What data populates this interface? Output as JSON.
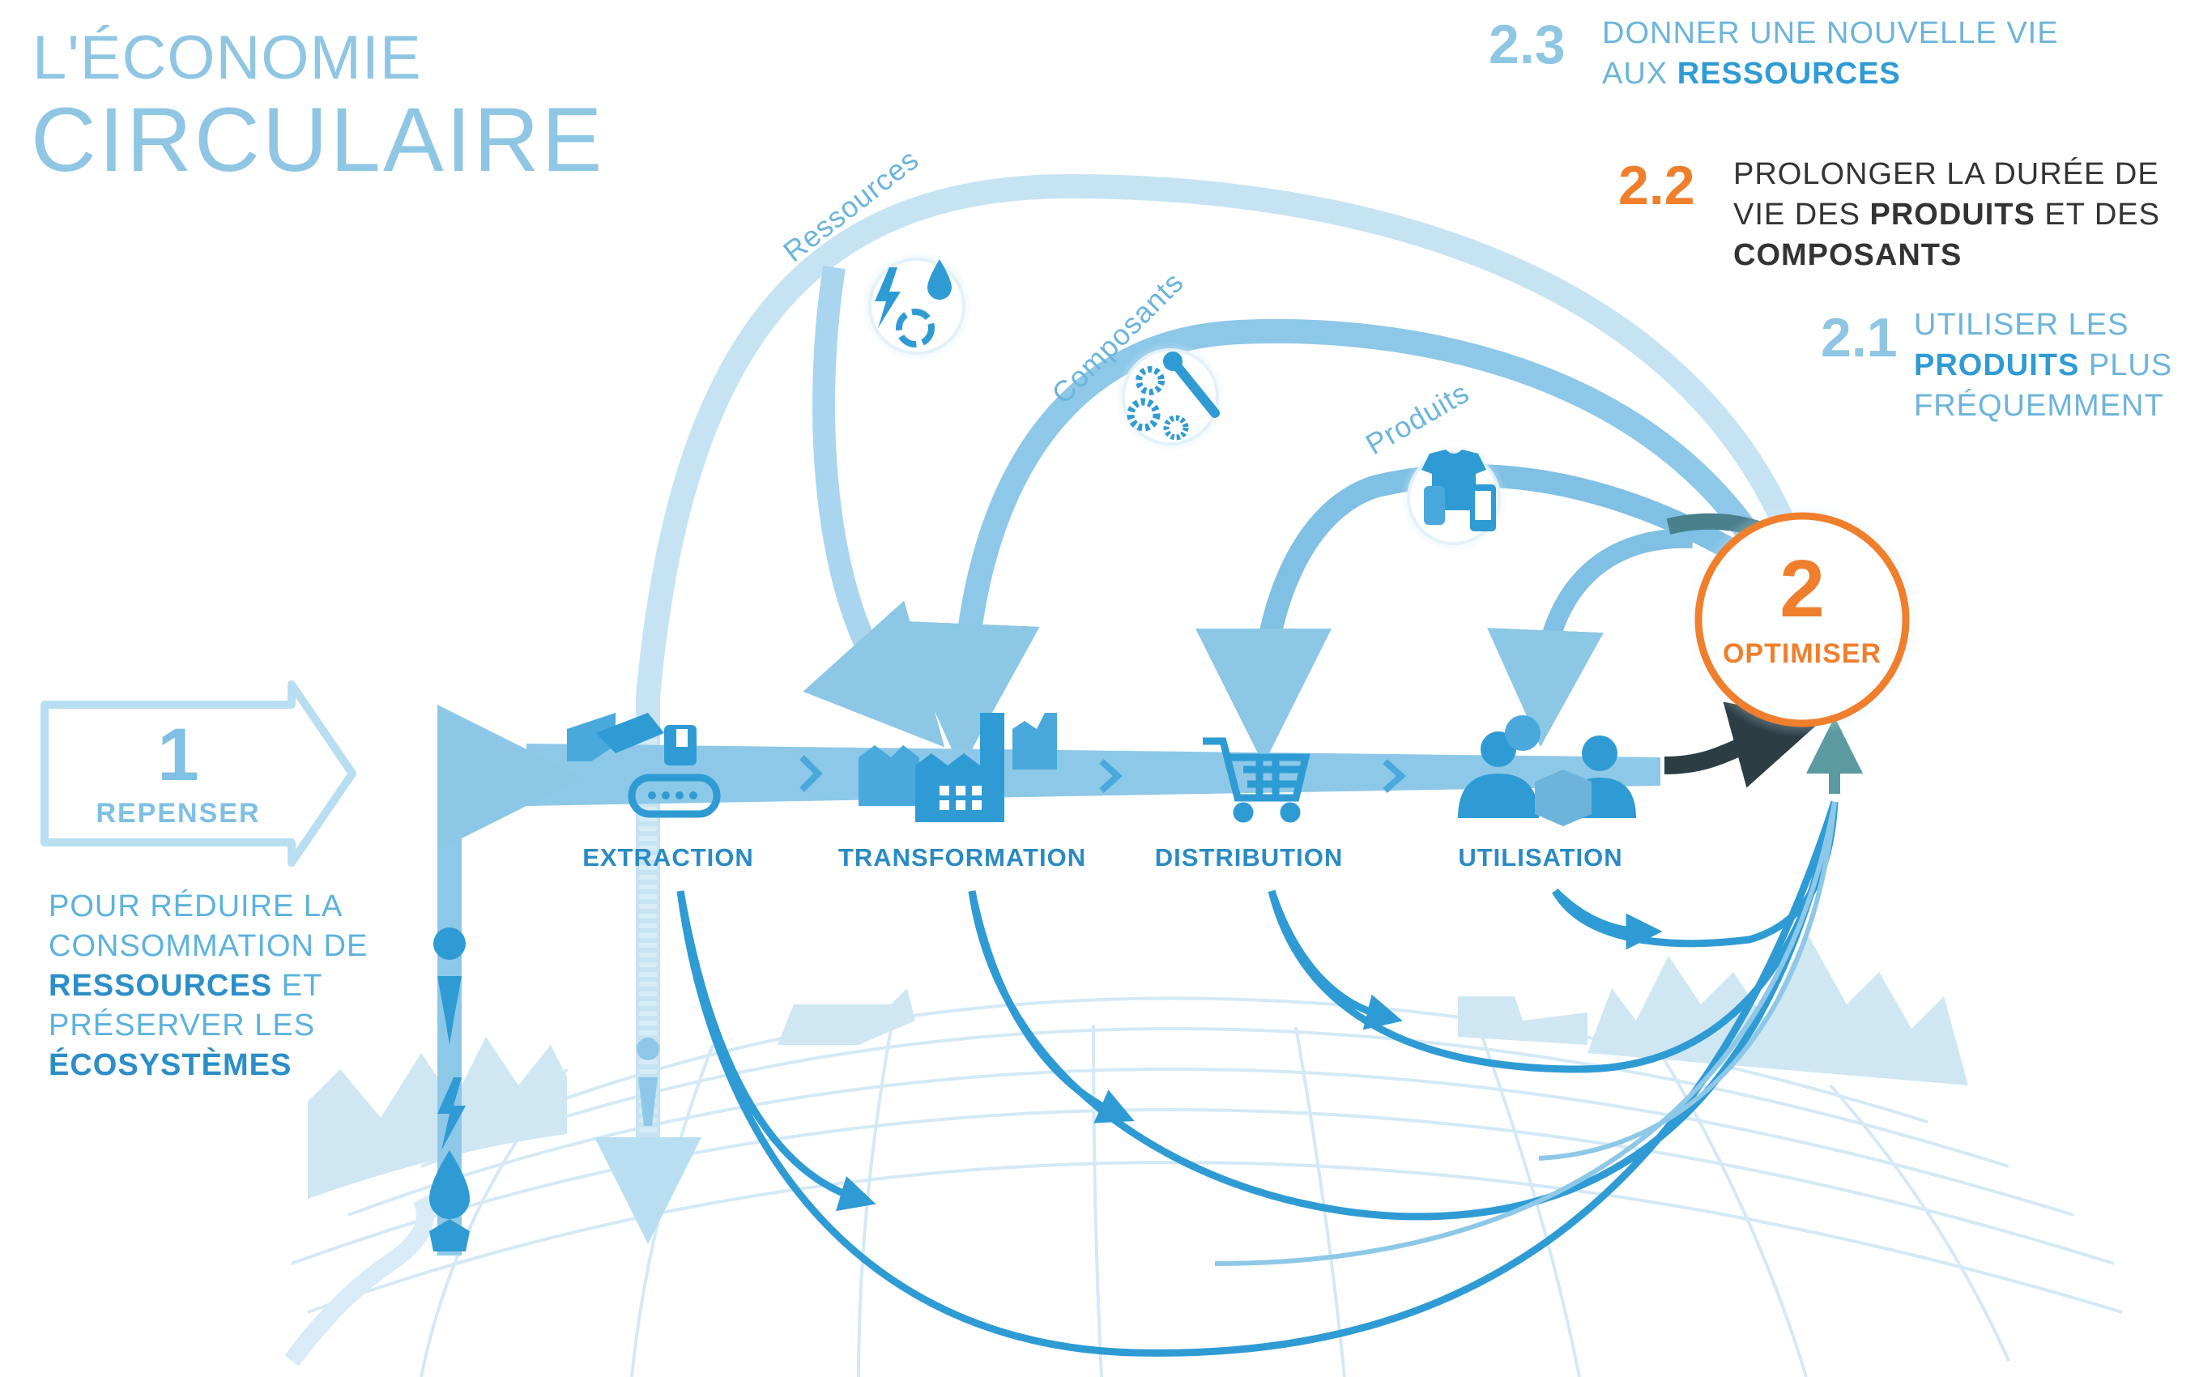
{
  "title": {
    "line1": "L'ÉCONOMIE",
    "line2": "CIRCULAIRE"
  },
  "repenser": {
    "number": "1",
    "label": "REPENSER",
    "desc": {
      "l1": "POUR RÉDUIRE LA",
      "l2": "CONSOMMATION DE",
      "l3a": "RESSOURCES",
      "l3b": " ET",
      "l4": "PRÉSERVER LES",
      "l5": "ÉCOSYSTÈMES"
    }
  },
  "optimiser": {
    "number": "2",
    "label": "OPTIMISER"
  },
  "strategies": {
    "s23": {
      "num": "2.3",
      "l1": "DONNER UNE NOUVELLE VIE",
      "l2a": "AUX ",
      "l2b": "RESSOURCES"
    },
    "s22": {
      "num": "2.2",
      "l1": "PROLONGER LA DURÉE DE",
      "l2a": "VIE DES ",
      "l2b": "PRODUITS",
      "l2c": " ET DES",
      "l3": "COMPOSANTS"
    },
    "s21": {
      "num": "2.1",
      "l1": "UTILISER LES",
      "l2a": "PRODUITS",
      "l2b": " PLUS",
      "l3": "FRÉQUEMMENT"
    }
  },
  "loops": {
    "ressources": "Ressources",
    "composants": "Composants",
    "produits": "Produits"
  },
  "stages": {
    "extraction": "EXTRACTION",
    "transformation": "TRANSFORMATION",
    "distribution": "DISTRIBUTION",
    "utilisation": "UTILISATION"
  },
  "icons": {
    "ressources": "lightning-drop-recycle-icon",
    "composants": "gears-wrench-icon",
    "produits": "tshirt-phone-icon",
    "extraction": "excavator-icon",
    "transformation": "factory-icon",
    "distribution": "shopping-cart-icon",
    "utilisation": "people-box-icon"
  },
  "colors": {
    "light_blue": "#bfe0f1",
    "mid_blue": "#8cc7e6",
    "blue": "#2f9bd4",
    "dark_blue": "#1f87c3",
    "orange": "#ef7f2d",
    "dark_arrow": "#2c3e44"
  }
}
